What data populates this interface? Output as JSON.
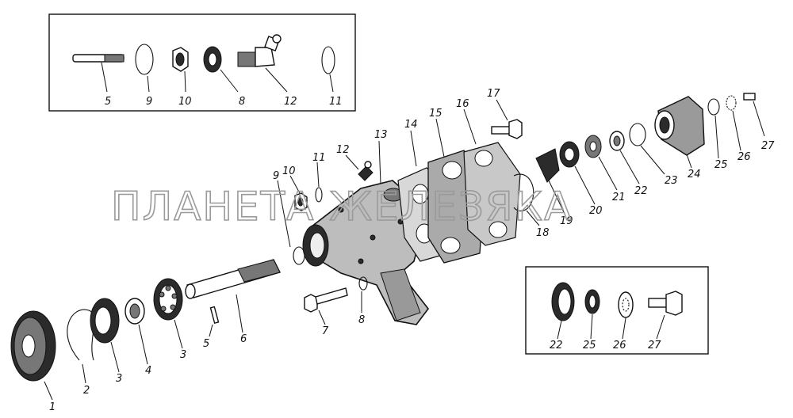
{
  "watermark": "ПЛАНЕТА ЖЕЛЕЗЯКА",
  "callouts": {
    "main": [
      "1",
      "2",
      "3",
      "4",
      "3",
      "5",
      "6",
      "7",
      "8",
      "9",
      "10",
      "11",
      "12",
      "13",
      "14",
      "15",
      "16",
      "17",
      "18",
      "19",
      "20",
      "21",
      "22",
      "23",
      "24",
      "25",
      "26",
      "27"
    ],
    "inset_top": [
      "5",
      "9",
      "10",
      "8",
      "12",
      "11"
    ],
    "inset_bottom": [
      "22",
      "25",
      "26",
      "27"
    ]
  }
}
